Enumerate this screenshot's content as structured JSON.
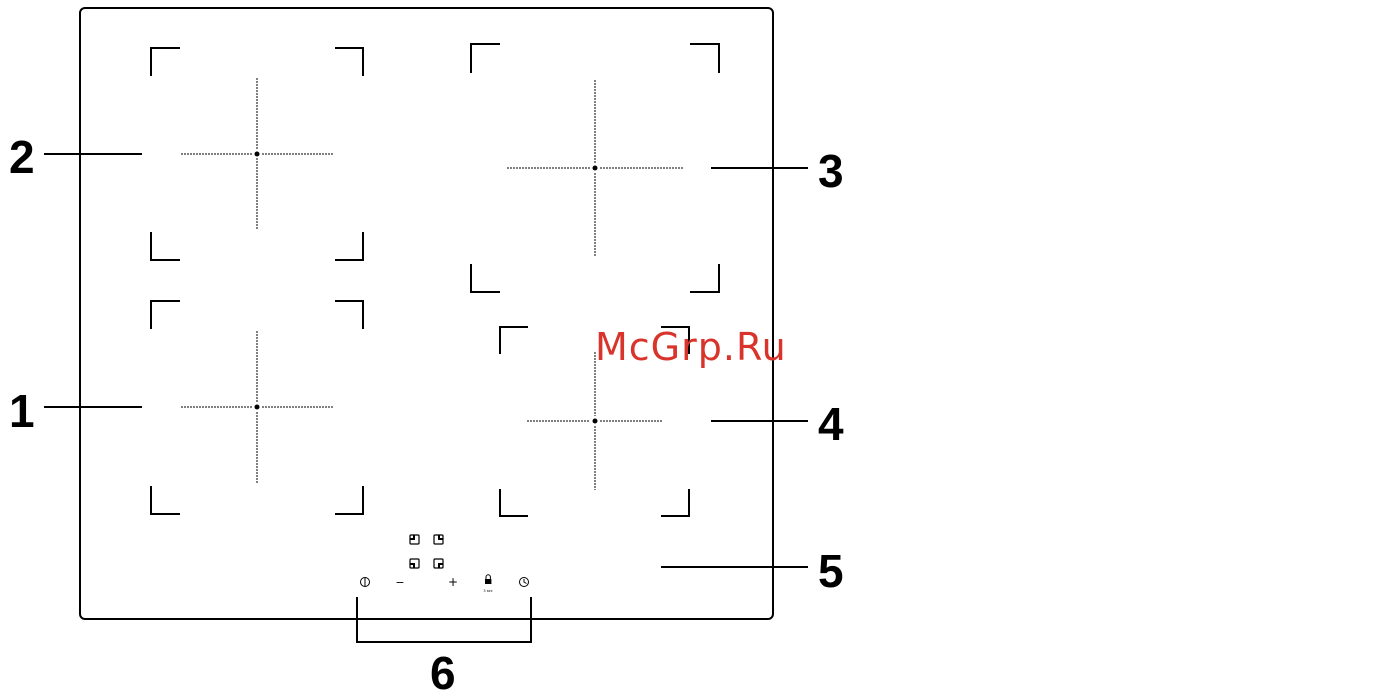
{
  "callouts": {
    "zone_front_left": "1",
    "zone_rear_left": "2",
    "zone_rear_right": "3",
    "zone_front_right": "4",
    "glass_surface": "5",
    "control_panel": "6"
  },
  "watermark": "McGrp.Ru",
  "controls": {
    "power_icon": "power-icon",
    "minus_symbol": "−",
    "plus_symbol": "+",
    "lock_icon": "lock-icon",
    "lock_caption": "3 sec",
    "timer_icon": "clock-icon",
    "zone_selectors": [
      "rear-left-zone-icon",
      "rear-right-zone-icon",
      "front-left-zone-icon",
      "front-right-zone-icon"
    ]
  },
  "colors": {
    "line": "#000000",
    "watermark": "#d9342b",
    "background": "#ffffff"
  }
}
